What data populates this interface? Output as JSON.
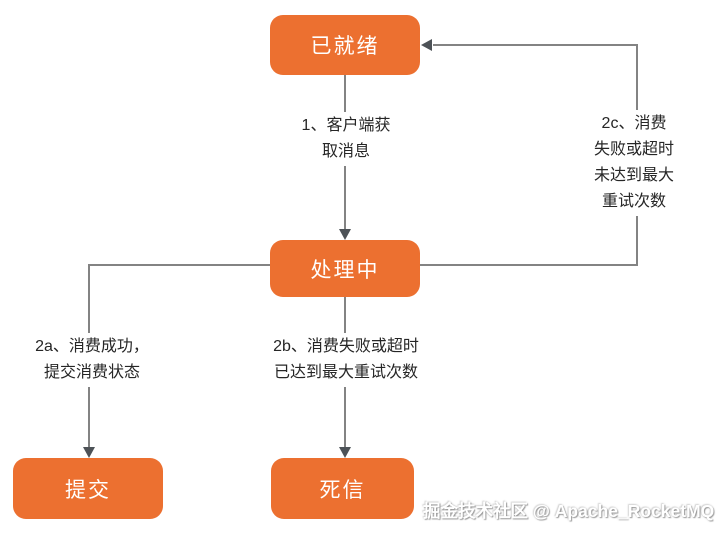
{
  "diagram": {
    "type": "state-flowchart",
    "topic": "RocketMQ message consumption states",
    "colors": {
      "node_fill": "#EC7030",
      "node_text": "#FFFFFF",
      "line": "#838383",
      "arrowhead": "#4D5257",
      "label_text": "#262626",
      "background": "#FFFFFF"
    },
    "nodes": [
      {
        "id": "ready",
        "label": "已就绪"
      },
      {
        "id": "processing",
        "label": "处理中"
      },
      {
        "id": "commit",
        "label": "提交"
      },
      {
        "id": "dead_letter",
        "label": "死信"
      }
    ],
    "edges": [
      {
        "id": "1",
        "from": "ready",
        "to": "processing",
        "label": "1、客户端获\n取消息"
      },
      {
        "id": "2a",
        "from": "processing",
        "to": "commit",
        "label": "2a、消费成功，\n提交消费状态"
      },
      {
        "id": "2b",
        "from": "processing",
        "to": "dead_letter",
        "label": "2b、消费失败或超时\n已达到最大重试次数"
      },
      {
        "id": "2c",
        "from": "processing",
        "to": "ready",
        "label": "2c、消费失败或超时\n未达到最大重试次数"
      }
    ]
  },
  "watermark": "掘金技术社区 @ Apache_RocketMQ"
}
